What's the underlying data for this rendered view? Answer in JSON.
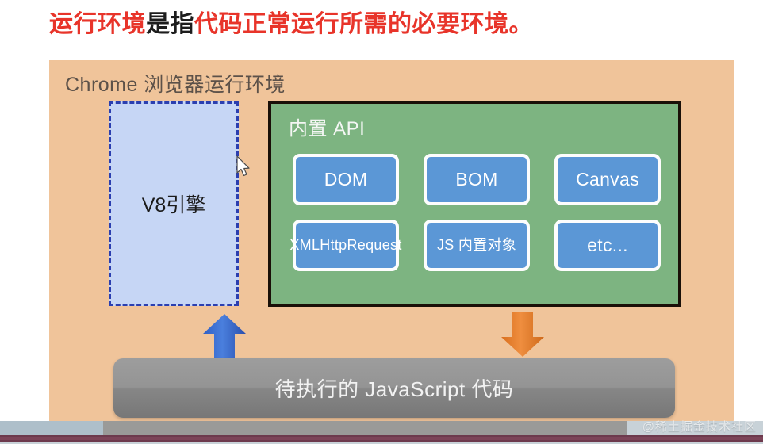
{
  "title": {
    "segments": [
      {
        "text": "运行环境",
        "style": "red"
      },
      {
        "text": "是指",
        "style": "dark"
      },
      {
        "text": "代码正常运行所需的必要环境。",
        "style": "red"
      }
    ],
    "full_text": "运行环境是指代码正常运行所需的必要环境。"
  },
  "diagram": {
    "panel_label": "Chrome 浏览器运行环境",
    "panel_color": "#f0c49a",
    "v8": {
      "label": "V8引擎",
      "fill_color": "#c6d6f5",
      "border_color": "#2b3fb0"
    },
    "api_panel": {
      "title": "内置 API",
      "fill_color": "#7db481",
      "border_color": "#1a1008",
      "chip_color": "#5b97d6",
      "rows": [
        [
          {
            "label": "DOM",
            "size": "normal"
          },
          {
            "label": "BOM",
            "size": "normal"
          },
          {
            "label": "Canvas",
            "size": "normal"
          }
        ],
        [
          {
            "label": "XMLHttpRequest",
            "size": "small"
          },
          {
            "label": "JS 内置对象",
            "size": "small"
          },
          {
            "label": "etc...",
            "size": "normal"
          }
        ]
      ]
    },
    "arrows": [
      {
        "name": "arrow-up",
        "direction": "up",
        "color": "#3b6fd4"
      },
      {
        "name": "arrow-down",
        "direction": "down",
        "color": "#e3802b"
      }
    ],
    "code_bar": {
      "label": "待执行的 JavaScript 代码",
      "color": "#8e8e8e"
    }
  },
  "watermark": "@稀土掘金技术社区"
}
